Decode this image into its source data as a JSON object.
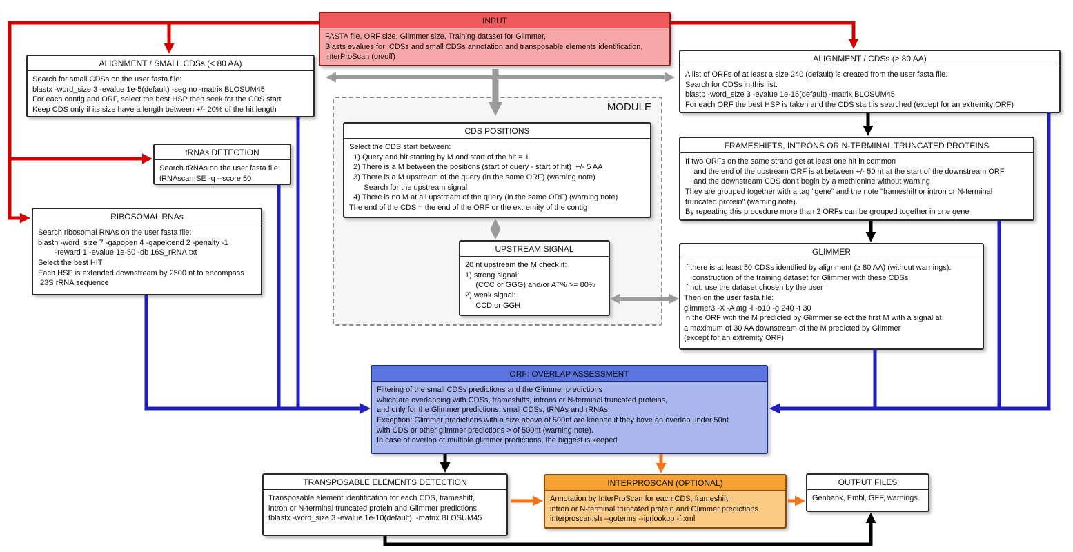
{
  "page": {
    "title": "Genome annotation pipeline flow diagram"
  },
  "colors": {
    "input_header": "#f0595b",
    "input_body": "#f8a8a8",
    "input_border": "#801d1d",
    "overlap_header": "#5c74e0",
    "overlap_body": "#aab6ee",
    "overlap_border": "#1d2b7d",
    "interproscan_header": "#f6a233",
    "interproscan_body": "#fbca84",
    "interproscan_border": "#8a4d0f",
    "arrow_red": "#d40000",
    "arrow_gray": "#9b9b9b",
    "arrow_blue": "#1f1fbe",
    "arrow_orange": "#f07418",
    "arrow_black": "#000000"
  },
  "boxes": {
    "input": {
      "title": "INPUT",
      "body": "FASTA file, ORF size, Glimmer size, Training dataset for Glimmer,\nBlasts evalues for: CDSs and small CDSs annotation and transposable elements identification,\nInterProScan (on/off)"
    },
    "align_small": {
      "title": "ALIGNMENT / SMALL CDSs (< 80 AA)",
      "body": "Search for small CDSs on the user fasta file:\nblastx -word_size 3 -evalue 1e-5(default) -seg no -matrix BLOSUM45\nFor each contig and ORF, select the best HSP then seek for the CDS start\nKeep CDS only if its size have a length between +/- 20% of the hit length"
    },
    "trna": {
      "title": "tRNAs DETECTION",
      "body": "Search tRNAs on the user fasta file:\ntRNAscan-SE -q --score 50"
    },
    "rrna": {
      "title": "RIBOSOMAL RNAs",
      "body": "Search ribosomal RNAs on the user fasta file:\nblastn -word_size 7 -gapopen 4 -gapextend 2 -penalty -1\n        -reward 1 -evalue 1e-50 -db 16S_rRNA.txt\nSelect the best HIT\nEach HSP is extended downstream by 2500 nt to encompass\n 23S rRNA sequence"
    },
    "module": {
      "label": "MODULE"
    },
    "cds_positions": {
      "title": "CDS POSITIONS",
      "body": "Select the CDS start between:\n  1) Query and hit starting by M and start of the hit = 1\n  2) There is a M between the positions (start of query - start of hit)  +/- 5 AA\n  3) There is a M upstream of the query (in the same ORF) (warning note)\n       Search for the upstream signal\n  4) There is no M at all upstream of the query (in the same ORF) (warning note)\nThe end of the CDS = the end of the ORF or the extremity of the contig"
    },
    "upstream": {
      "title": "UPSTREAM SIGNAL",
      "body": "20 nt upstream the M check if:\n1) strong signal:\n     (CCC or GGG) and/or AT% >= 80%\n2) weak signal:\n     CCD or GGH"
    },
    "align_cds": {
      "title": "ALIGNMENT / CDSs (≥ 80 AA)",
      "body": "A list of ORFs of at least a size 240 (default) is created from the user fasta file.\nSearch for CDSs in this list:\nblastp -word_size 3 -evalue 1e-15(default) -matrix BLOSUM45\nFor each ORF the best HSP is taken and the CDS start is searched (except for an extremity ORF)"
    },
    "frameshifts": {
      "title": "FRAMESHIFTS, INTRONS OR N-TERMINAL TRUNCATED PROTEINS",
      "body": "If two ORFs on the same strand get at least one hit in common\n    and the end of the upstream ORF is at between +/- 50 nt at the start of the downstream ORF\n    and the downstream CDS don't begin by a methionine without warning\nThey are grouped together with a tag \"gene\" and the note \"frameshift or intron or N-terminal\ntruncated protein\" (warning note).\nBy repeating this procedure more than 2 ORFs can be grouped together in one gene"
    },
    "glimmer": {
      "title": "GLIMMER",
      "body": "If there is at least 50 CDSs identified by alignment (≥ 80 AA) (without warnings):\n    construction of the training dataset for Glimmer with these CDSs\nIf not: use the dataset chosen by the user\nThen on the user fasta file:\nglimmer3 -X -A atg -l -o10 -g 240 -t 30\nIn the ORF with the M predicted by Glimmer select the first M with a signal at\na maximum of 30 AA downstream of the M predicted by Glimmer\n(except for an extremity ORF)"
    },
    "overlap": {
      "title": "ORF: OVERLAP ASSESSMENT",
      "body": "Filtering of the small CDSs predictions and the Glimmer predictions\nwhich are overlapping with CDSs, frameshifts, introns or N-terminal truncated proteins,\nand only for the Glimmer predictions: small CDSs, tRNAs and rRNAs.\nException: Glimmer predictions with a size above of 500nt are keeped if they have an overlap under 50nt\nwith CDS or other glimmer predictions > of 500nt (warning note).\nIn case of overlap of multiple glimmer predictions, the biggest is keeped"
    },
    "transposable": {
      "title": "TRANSPOSABLE ELEMENTS DETECTION",
      "body": "Transposable element identification for each CDS, frameshift,\nintron or N-terminal truncated protein and Glimmer predictions\ntblastx -word_size 3 -evalue 1e-10(default)  -matrix BLOSUM45"
    },
    "interproscan": {
      "title": "INTERPROSCAN (OPTIONAL)",
      "body": "Annotation by InterProScan for each CDS, frameshift,\nintron or N-terminal truncated protein and Glimmer predictions\ninterproscan.sh --goterms --iprlookup -f xml"
    },
    "output": {
      "title": "OUTPUT FILES",
      "body": "Genbank, Embl, GFF, warnings"
    }
  }
}
